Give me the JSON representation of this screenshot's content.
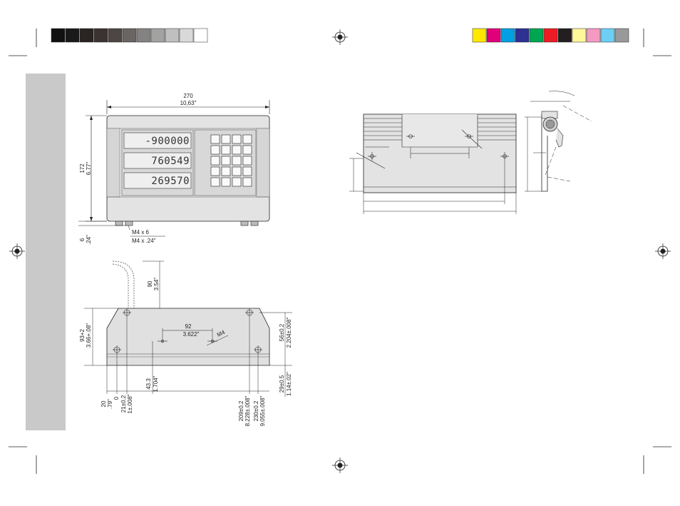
{
  "colors": {
    "gray_bar": "#c9c9c9",
    "housing": "#e3e3e3",
    "housing_dark": "#cfcfcf",
    "line": "#222222"
  },
  "grayscale_swatches": [
    "#111111",
    "#1a1a1a",
    "#2a2422",
    "#3b3331",
    "#4d4644",
    "#6a6462",
    "#858382",
    "#a3a2a2",
    "#bfbfbf",
    "#d9d9d9",
    "#ffffff"
  ],
  "color_swatches": [
    "#ffe800",
    "#e2007a",
    "#00a0e3",
    "#2e3192",
    "#00a651",
    "#ed1c24",
    "#231f20",
    "#fff799",
    "#f49ac1",
    "#6dcff6",
    "#999999"
  ],
  "front_view": {
    "width_mm": "270",
    "width_in": "10,63\"",
    "height_mm": "172",
    "height_in": "6.77\"",
    "foot_mm": "6",
    "foot_in": ".24\"",
    "screw_mm": "M4 x 6",
    "screw_in": "M4 x .24\"",
    "displays": [
      "-900000",
      "760549",
      "269570"
    ]
  },
  "bottom_view": {
    "cable_mm": "90",
    "cable_in": "3.54\"",
    "depth_mm": "93+2",
    "depth_in": "3.66+.08\"",
    "hole_spacing_mm": "92",
    "hole_spacing_in": "3.622\"",
    "thread": "M4",
    "right_mm": "56±0.2",
    "right_in": "2.204±.008\"",
    "mid_mm": "43.3",
    "mid_in": "1.704\"",
    "left_mm": "20",
    "left_in": ".79\"",
    "zero": "0",
    "offset_mm": "21±0.2",
    "offset_in": "1±.008\"",
    "w209_mm": "209±0.2",
    "w209_in": "8.228±.008\"",
    "w230_mm": "230±0.2",
    "w230_in": "9.055±.008\"",
    "edge_mm": "29±0.5",
    "edge_in": "1.14±.02\""
  }
}
